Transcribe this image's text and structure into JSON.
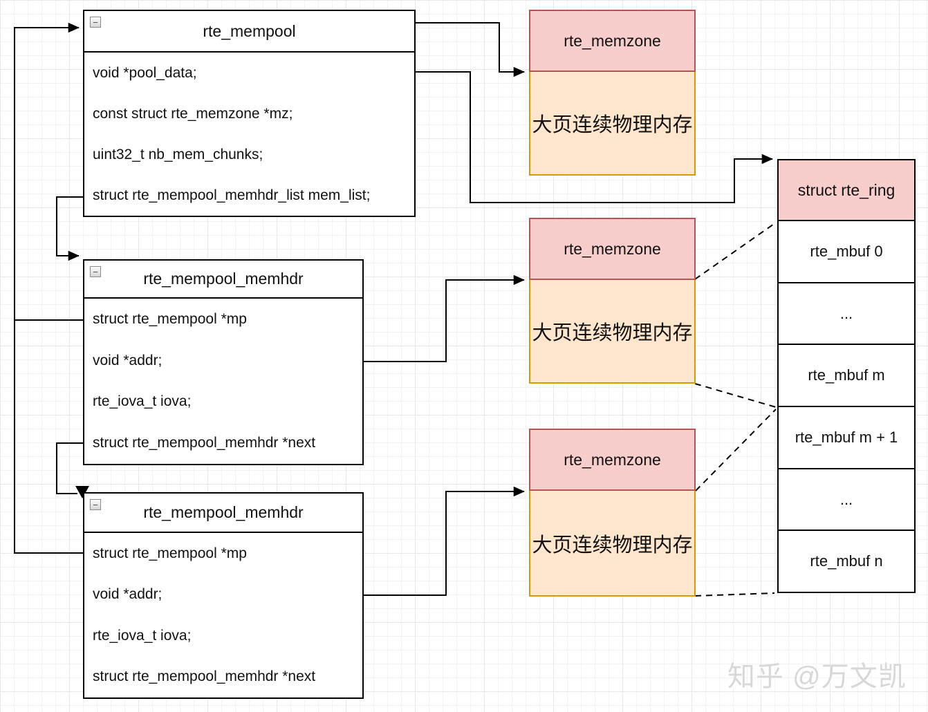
{
  "mempool": {
    "title": "rte_mempool",
    "fields": [
      "void *pool_data;",
      "const struct rte_memzone *mz;",
      "uint32_t nb_mem_chunks;",
      "struct rte_mempool_memhdr_list mem_list;"
    ]
  },
  "memhdrs": [
    {
      "title": "rte_mempool_memhdr",
      "fields": [
        "struct rte_mempool *mp",
        "void *addr;",
        "rte_iova_t iova;",
        "struct rte_mempool_memhdr *next"
      ]
    },
    {
      "title": "rte_mempool_memhdr",
      "fields": [
        "struct rte_mempool *mp",
        "void *addr;",
        "rte_iova_t iova;",
        "struct rte_mempool_memhdr *next"
      ]
    }
  ],
  "memzones": [
    {
      "title": "rte_memzone",
      "body": "大页连续物理内存"
    },
    {
      "title": "rte_memzone",
      "body": "大页连续物理内存"
    },
    {
      "title": "rte_memzone",
      "body": "大页连续物理内存"
    }
  ],
  "ring": {
    "title": "struct rte_ring",
    "cells": [
      "rte_mbuf 0",
      "...",
      "rte_mbuf m",
      "rte_mbuf m + 1",
      "...",
      "rte_mbuf n"
    ]
  },
  "icons": {
    "collapse_minus": "−"
  },
  "watermark": "知乎 @万文凯",
  "colors": {
    "pink_fill": "#f8cecc",
    "pink_border": "#b85450",
    "orange_fill": "#ffe6cc",
    "orange_border": "#d79b00",
    "line": "#000000",
    "watermark": "#d8d8d8"
  }
}
